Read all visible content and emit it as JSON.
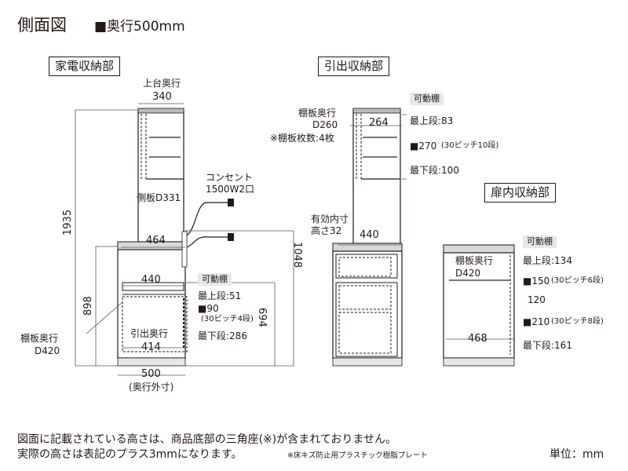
{
  "header": {
    "title": "側面図",
    "depth_label": "■奥行500mm"
  },
  "sections": {
    "appliance": "家電収納部",
    "drawer": "引出収納部",
    "door": "扉内収納部"
  },
  "appliance": {
    "top_depth_label": "上台奥行",
    "top_depth": "340",
    "side_panel": "側板D331",
    "outlet_label": "コンセント",
    "outlet_spec": "1500W2口",
    "depth_464": "464",
    "depth_440": "440",
    "height_1935": "1935",
    "height_898": "898",
    "height_694": "694",
    "height_1048": "1048",
    "shelf_depth_label": "棚板奥行",
    "shelf_depth": "D420",
    "drawer_depth_label": "引出奥行",
    "drawer_depth": "414",
    "total_depth": "500",
    "total_depth_note": "(奥行外寸)",
    "movable_shelf": "可動棚",
    "shelf_top": "最上段:51",
    "pitch_main": "■90",
    "pitch_note": "(30ピッチ4段)",
    "shelf_bottom": "最下段:286"
  },
  "drawer_unit": {
    "movable_shelf": "可動棚",
    "shelf_depth_label": "棚板奥行",
    "shelf_depth": "D260",
    "shelf_count": "※棚板枚数:4枚",
    "depth_264": "264",
    "shelf_top": "最上段:83",
    "pitch_main": "■270",
    "pitch_note": "(30ピッチ10段)",
    "shelf_bottom": "最下段:100",
    "inner_height_label": "有効内寸",
    "inner_height": "高さ32",
    "depth_440": "440"
  },
  "door_unit": {
    "movable_shelf": "可動棚",
    "shelf_depth_label": "棚板奥行",
    "shelf_depth": "D420",
    "shelf_top": "最上段:134",
    "pitch_a": "■150",
    "pitch_a_note": "(30ピッチ6段)",
    "gap": "120",
    "pitch_b": "■210",
    "pitch_b_note": "(30ピッチ8段)",
    "shelf_bottom": "最下段:161",
    "depth_468": "468"
  },
  "footer": {
    "line1": "図面に記載されている高さは、商品底部の三角座(※)が含まれておりません。",
    "line2": "実際の高さは表記のプラス3mmになります。",
    "line2_note": "※床キズ防止用プラスチック樹脂プレート",
    "unit": "単位：mm"
  }
}
